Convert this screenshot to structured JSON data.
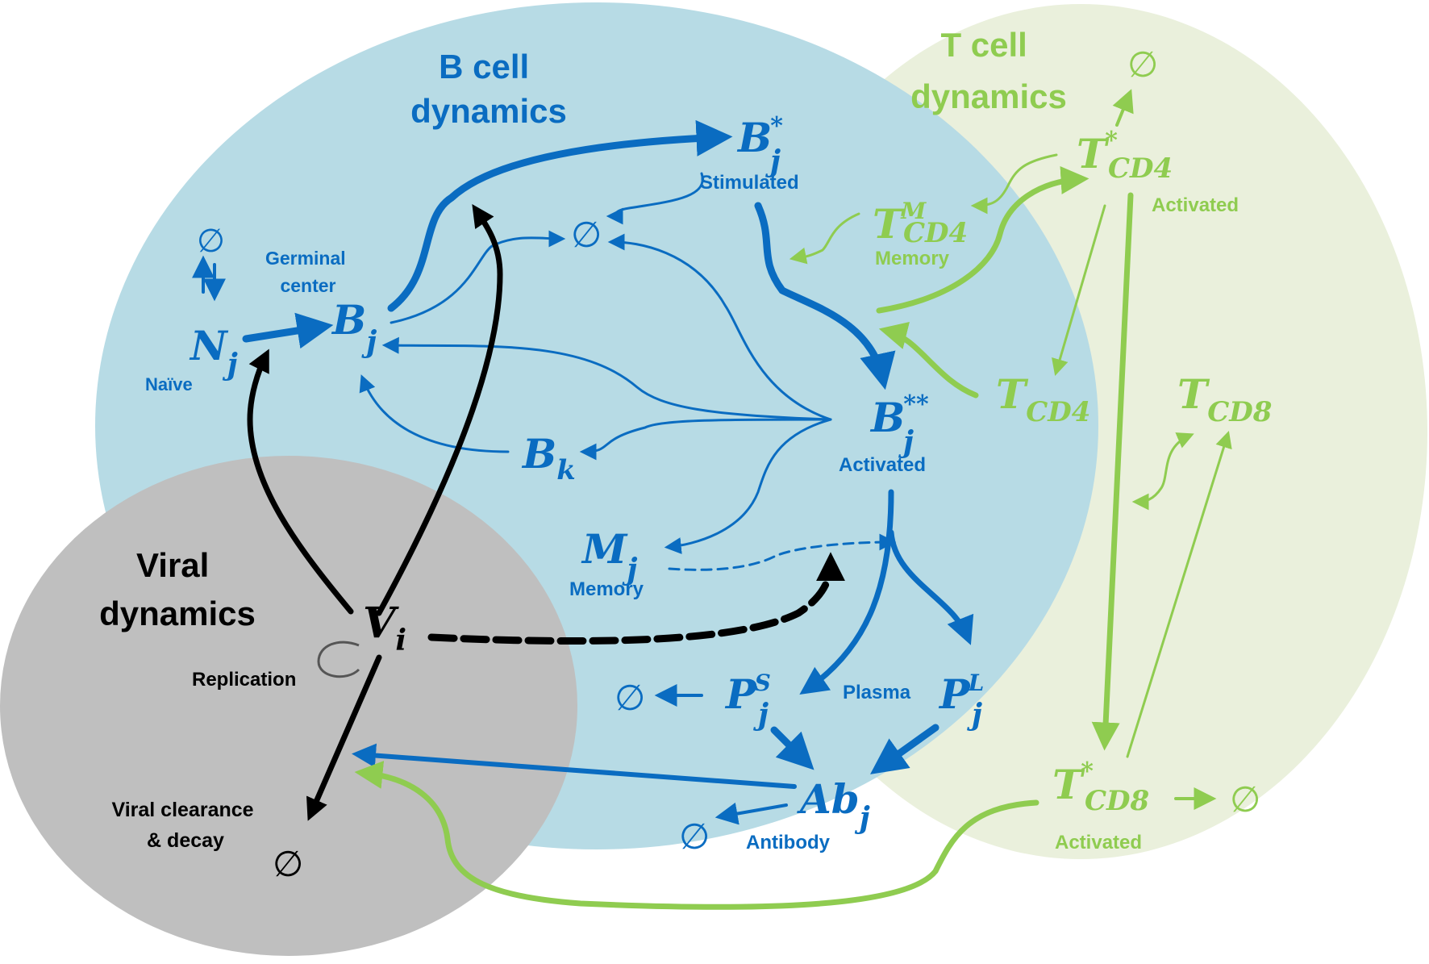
{
  "colors": {
    "b_region": "#b7dbe5",
    "t_region": "#eaf0dc",
    "viral_region": "#bfbfbf",
    "blue": "#0a6cc1",
    "green": "#8fcc50",
    "black": "#000000"
  },
  "regions": {
    "b_cell_title": [
      "B cell",
      "dynamics"
    ],
    "t_cell_title": [
      "T cell",
      "dynamics"
    ],
    "viral_title": [
      "Viral",
      "dynamics"
    ]
  },
  "nodes": {
    "naive": {
      "sym": "N",
      "sub": "j",
      "label": "Naïve"
    },
    "germinal": {
      "sym": "B",
      "sub": "j",
      "label": [
        "Germinal",
        "center"
      ]
    },
    "stimulated": {
      "sym": "B",
      "sub": "j",
      "sup": "*",
      "label": "Stimulated"
    },
    "activated_b": {
      "sym": "B",
      "sub": "j",
      "sup": "**",
      "label": "Activated"
    },
    "bk": {
      "sym": "B",
      "sub": "k"
    },
    "memory_b": {
      "sym": "M",
      "sub": "j",
      "label": "Memory"
    },
    "plasma_s": {
      "sym": "P",
      "sub": "j",
      "sup": "S"
    },
    "plasma_l": {
      "sym": "P",
      "sub": "j",
      "sup": "L"
    },
    "plasma_label": "Plasma",
    "antibody": {
      "sym": "Ab",
      "sub": "j",
      "label": "Antibody"
    },
    "virus": {
      "sym": "V",
      "sub": "i"
    },
    "replication_label": "Replication",
    "clearance_label": [
      "Viral clearance",
      "& decay"
    ],
    "tcd4_act": {
      "sym": "T",
      "sub": "CD4",
      "sup": "*",
      "label": "Activated"
    },
    "tcd4_mem": {
      "sym": "T",
      "sub": "CD4",
      "sup": "M",
      "label": "Memory"
    },
    "tcd4": {
      "sym": "T",
      "sub": "CD4"
    },
    "tcd8": {
      "sym": "T",
      "sub": "CD8"
    },
    "tcd8_act": {
      "sym": "T",
      "sub": "CD8",
      "sup": "*",
      "label": "Activated"
    }
  },
  "empty_set": "∅",
  "up_down_arrows": "⇅"
}
